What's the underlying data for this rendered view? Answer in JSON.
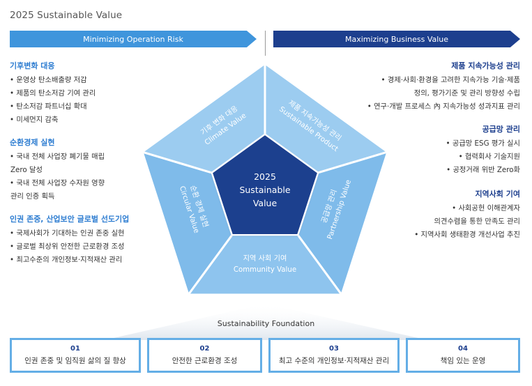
{
  "title": "2025 Sustainable Value",
  "banners": {
    "left": "Minimizing Operation Risk",
    "right": "Maximizing Business Value"
  },
  "left_sections": [
    {
      "title": "기후변화 대응",
      "items": [
        "• 운영상 탄소배출량 저감",
        "• 제품의 탄소저감 기여 관리",
        "• 탄소저감 파트너십 확대",
        "• 미세먼지 감축"
      ]
    },
    {
      "title": "순환경제 실현",
      "items": [
        "• 국내 전체 사업장 폐기물 매립",
        "Zero 달성",
        "• 국내 전체 사업장 수자원 영향",
        "관리 인증 획득"
      ]
    },
    {
      "title": "인권 존중, 산업보안 글로벌 선도기업",
      "items": [
        "• 국제사회가 기대하는 인권 존중 실현",
        "• 글로벌 최상위 안전한 근로환경 조성",
        "• 최고수준의 개인정보·지적재산 관리"
      ]
    }
  ],
  "right_sections": [
    {
      "title": "제품 지속가능성 관리",
      "items": [
        "• 경제·사회·환경을 고려한 지속가능 기술·제품",
        "정의, 평가기준 및 관리 방향성 수립",
        "• 연구·개발 프로세스 內 지속가능성 성과지표 관리"
      ]
    },
    {
      "title": "공급망 관리",
      "items": [
        "• 공급망 ESG 평가 실시",
        "• 협력회사 기술지원",
        "• 공정거래 위반 Zero화"
      ]
    },
    {
      "title": "지역사회 기여",
      "items": [
        "• 사회공헌 이해관계자",
        "의견수렴을 통한 만족도 관리",
        "• 지역사회 생태환경 개선사업 추진"
      ]
    }
  ],
  "pentagon": {
    "center": [
      "2025",
      "Sustainable",
      "Value"
    ],
    "segments": {
      "climate": {
        "ko": "기후 변화 대응",
        "en": "Climate Value"
      },
      "product": {
        "ko": "제품 지속가능성 관리",
        "en": "Sustainable Product"
      },
      "partnership": {
        "ko": "공급망 관리",
        "en": "Partnership Value"
      },
      "community": {
        "ko": "지역 사회 기여",
        "en": "Community Value"
      },
      "circular": {
        "ko": "순환 경제 실현",
        "en": "Circular Value"
      }
    }
  },
  "foundation": {
    "title": "Sustainability Foundation",
    "items": [
      {
        "num": "01",
        "label": "인권 존중 및 임직원 삶의 질 향상"
      },
      {
        "num": "02",
        "label": "안전한 근로환경 조성"
      },
      {
        "num": "03",
        "label": "최고 수준의 개인정보·지적재산 관리"
      },
      {
        "num": "04",
        "label": "책임 있는 운영"
      }
    ]
  },
  "colors": {
    "light_blue": "#64aee6",
    "mid_blue": "#3f95dc",
    "navy": "#1d3f8e",
    "pentagon_outer": "#8cc3ec",
    "pentagon_center": "#1d3f8e"
  }
}
